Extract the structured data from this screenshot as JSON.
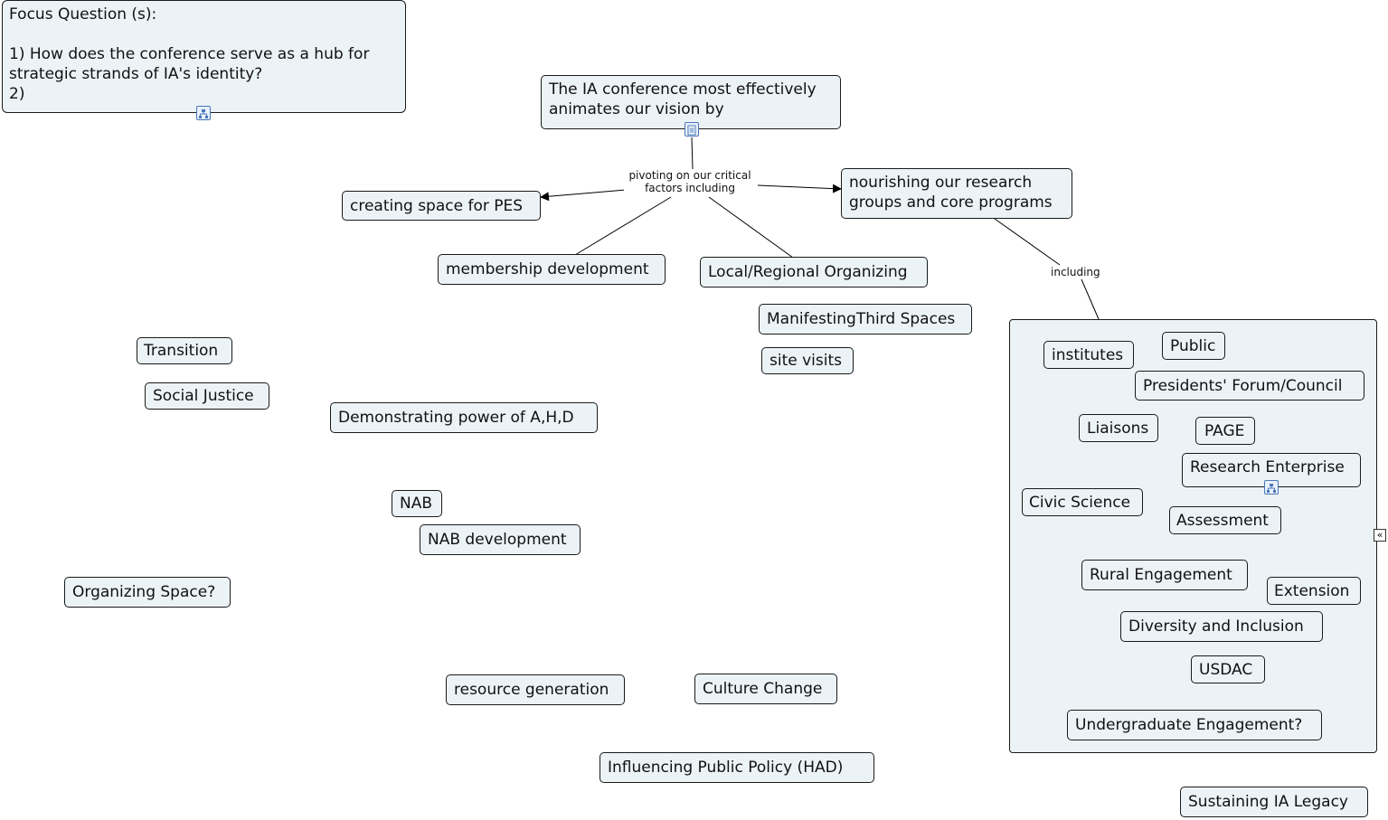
{
  "focus_question": {
    "heading": "Focus Question (s):",
    "body": "1) How does the conference serve as a hub for strategic strands of IA's identity?\n2)"
  },
  "main_concept": "The IA conference most effectively animates our vision by",
  "link_labels": {
    "pivoting": "pivoting on our  critical factors including",
    "including": "including"
  },
  "concepts": {
    "creating_space": "creating space for PES",
    "nourishing": "nourishing our research groups and core programs",
    "membership": "membership development",
    "local_regional": "Local/Regional Organizing",
    "third_spaces": "ManifestingThird Spaces",
    "site_visits": "site visits",
    "transition": "Transition",
    "social_justice": "Social Justice",
    "demonstrating": "Demonstrating power of A,H,D",
    "nab": "NAB",
    "nab_development": "NAB development",
    "organizing_space": "Organizing Space?",
    "resource_generation": "resource generation",
    "culture_change": "Culture Change",
    "public_policy": "Influencing Public Policy (HAD)",
    "sustaining": "Sustaining IA Legacy"
  },
  "group_items": {
    "institutes": "institutes",
    "public": "Public",
    "presidents_forum": "Presidents' Forum/Council",
    "liaisons": "Liaisons",
    "page": "PAGE",
    "research_enterprise": "Research Enterprise",
    "civic_science": "Civic Science",
    "assessment": "Assessment",
    "rural_engagement": "Rural Engagement",
    "extension": "Extension",
    "diversity_inclusion": "Diversity and Inclusion",
    "usdac": "USDAC",
    "undergraduate": "Undergraduate Engagement?"
  },
  "icons": {
    "submap": "submap-icon",
    "document": "document-icon",
    "collapse": "collapse-icon"
  },
  "colors": {
    "node_fill": "#ecf3f6",
    "node_border": "#1a1a1a",
    "icon_blue": "#4a78b8"
  }
}
